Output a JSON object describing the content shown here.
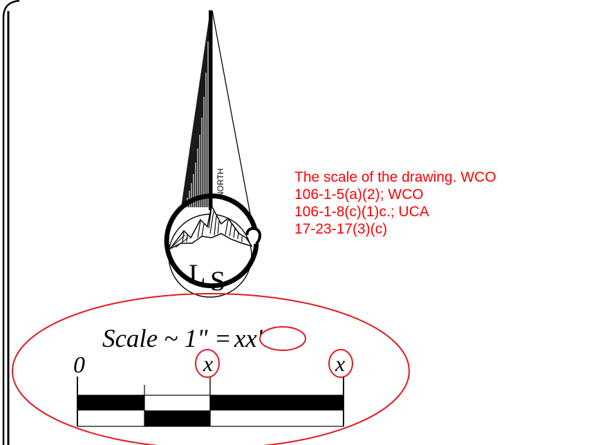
{
  "north_arrow": {
    "label": "NORTH"
  },
  "logo": {
    "letter_l": "L",
    "letter_s": "S"
  },
  "scale": {
    "caption_prefix": "Scale ~ 1\" =",
    "caption_value": "xx'",
    "tick_zero": "0",
    "tick_mid": "x",
    "tick_end": "x"
  },
  "note": {
    "lines": [
      "The scale of the drawing. WCO",
      "106-1-5(a)(2); WCO",
      "106-1-8(c)(1)c.; UCA",
      "17-23-17(3)(c)"
    ],
    "color": "#ff0000"
  },
  "colors": {
    "highlight": "#e3161d",
    "ink": "#000000"
  }
}
